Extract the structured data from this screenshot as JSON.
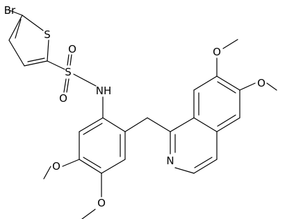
{
  "molecule": {
    "atoms": {
      "br": "Br",
      "s_ring": "S",
      "s_sulfonyl": "S",
      "o_sulfonyl_top": "O",
      "o_sulfonyl_bottom": "O",
      "nh": "NH",
      "n_ring": "N",
      "o_methoxy_left_top": "O",
      "o_methoxy_left_bottom": "O",
      "o_methoxy_right_top": "O",
      "o_methoxy_right_bottom": "O"
    }
  }
}
